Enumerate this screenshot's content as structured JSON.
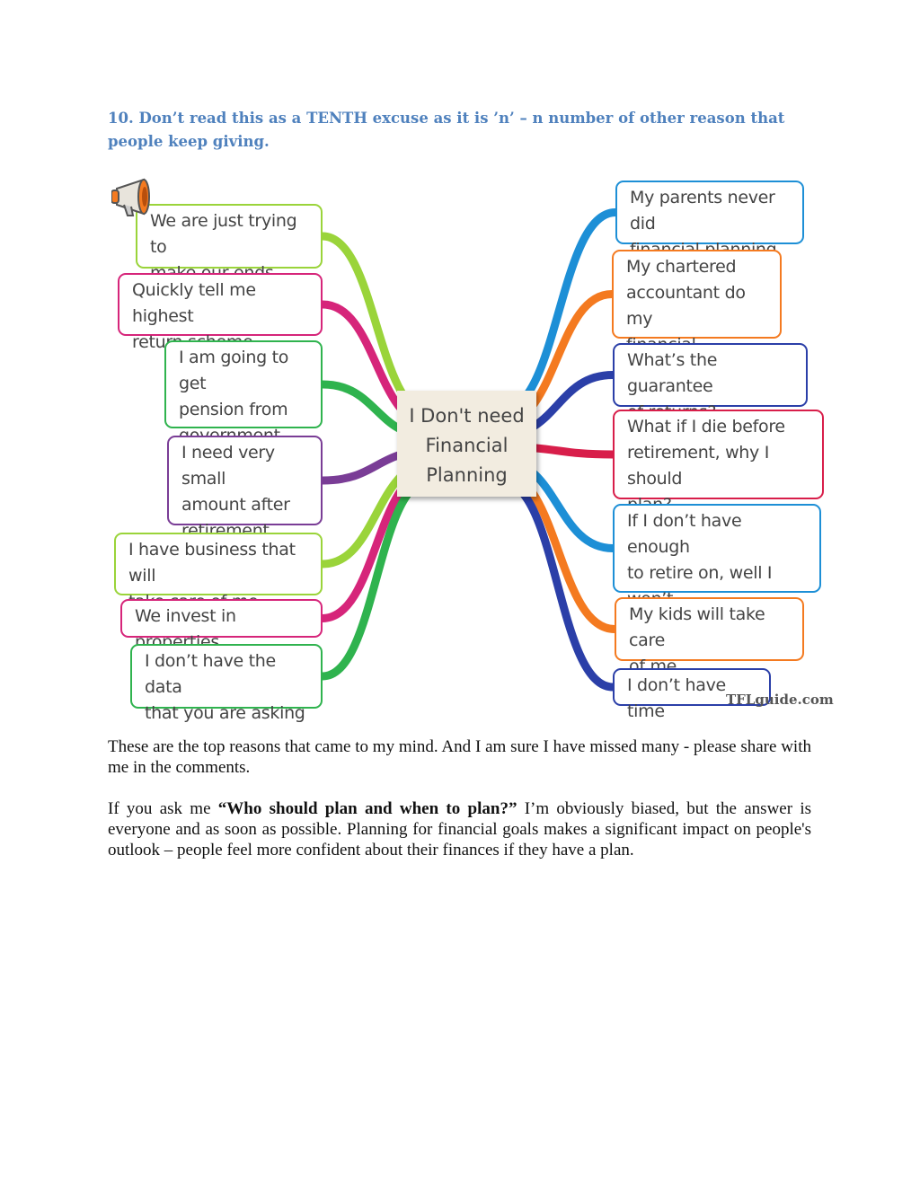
{
  "heading": "10. Don’t read this as a TENTH excuse as it is ’n’ – n number of other reason that people keep giving.",
  "mindmap": {
    "center": "I Don't need\nFinancial\nPlanning",
    "credit": "TFLguide.com",
    "left": [
      {
        "text": "We are just trying to\nmake our ends meet",
        "color": "#9ad43a"
      },
      {
        "text": "Quickly tell me highest\nreturn scheme",
        "color": "#d6257a"
      },
      {
        "text": "I am going to get\npension from\ngovernment",
        "color": "#2fb34e"
      },
      {
        "text": "I need very small\namount after\nretirement",
        "color": "#7a3d96"
      },
      {
        "text": "I have business that will\ntake care of me",
        "color": "#9ad43a"
      },
      {
        "text": "We invest in properties",
        "color": "#d6257a"
      },
      {
        "text": "I don’t have the data\nthat you are asking",
        "color": "#2fb34e"
      }
    ],
    "right": [
      {
        "text": "My parents never did\nfinancial planning",
        "color": "#1d8fd6"
      },
      {
        "text": "My chartered\naccountant do my\nfinancial planning",
        "color": "#f47a20"
      },
      {
        "text": "What’s the guarantee\nof returns?",
        "color": "#2b3fa8"
      },
      {
        "text": "What if I die before\nretirement, why I should\nplan?",
        "color": "#d81e4a"
      },
      {
        "text": "If I don’t have enough\nto retire on, well I won’t\nretire",
        "color": "#1d8fd6"
      },
      {
        "text": "My kids will take care\nof me",
        "color": "#f47a20"
      },
      {
        "text": "I don’t have time",
        "color": "#2b3fa8"
      }
    ]
  },
  "para1": "These are the top reasons that came to my mind. And I am sure I have missed many - please share with me in the comments.",
  "para2": {
    "before": "If you ask me ",
    "bold": "“Who should plan and when to plan?”",
    "after": " I’m obviously biased, but the answer is everyone and as soon as possible. Planning for financial goals makes a significant impact on people's outlook – people feel more confident about their finances if they have a plan."
  }
}
